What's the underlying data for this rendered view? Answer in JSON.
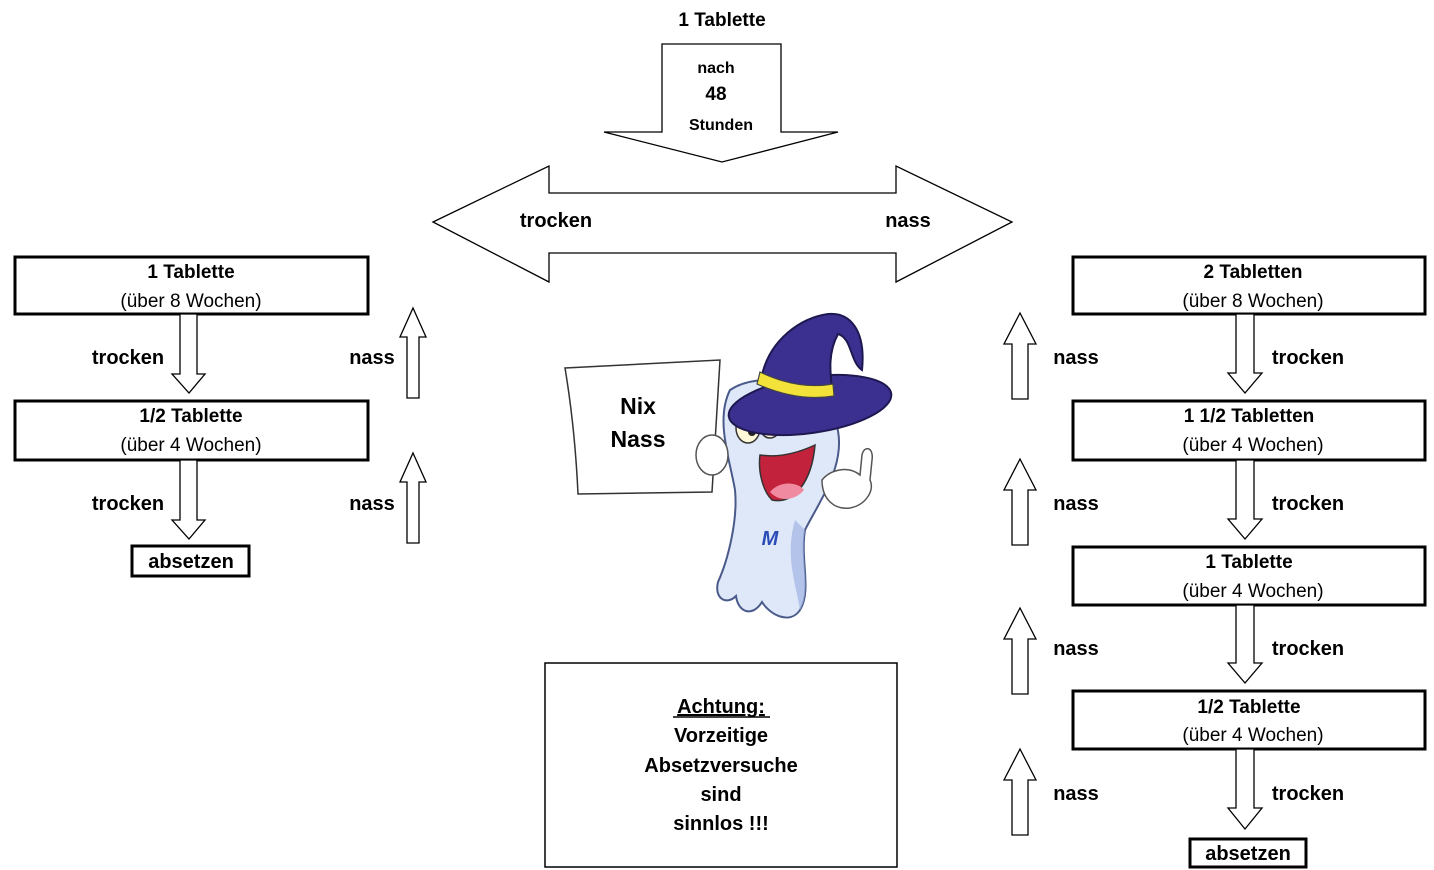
{
  "top": {
    "dose": "1 Tablette",
    "arrow_line1": "nach",
    "arrow_line2": "48",
    "arrow_line3": "Stunden"
  },
  "branch": {
    "left_label": "trocken",
    "right_label": "nass"
  },
  "left_column": {
    "steps": [
      {
        "title": "1 Tablette",
        "duration": "(über 8 Wochen)"
      },
      {
        "title": "1/2 Tablette",
        "duration": "(über 4 Wochen)"
      }
    ],
    "down_labels": [
      "trocken",
      "trocken"
    ],
    "up_labels": [
      "nass",
      "nass"
    ],
    "end": "absetzen"
  },
  "right_column": {
    "steps": [
      {
        "title": "2 Tabletten",
        "duration": "(über 8 Wochen)"
      },
      {
        "title": "1 1/2 Tabletten",
        "duration": "(über 4 Wochen)"
      },
      {
        "title": "1 Tablette",
        "duration": "(über 4 Wochen)"
      },
      {
        "title": "1/2 Tablette",
        "duration": "(über 4 Wochen)"
      }
    ],
    "down_labels": [
      "trocken",
      "trocken",
      "trocken",
      "trocken"
    ],
    "up_labels": [
      "nass",
      "nass",
      "nass",
      "nass"
    ],
    "end": "absetzen"
  },
  "mascot": {
    "sign_line1": "Nix",
    "sign_line2": "Nass",
    "badge_letter": "M"
  },
  "warning": {
    "heading": "Achtung:",
    "line1": "Vorzeitige",
    "line2": "Absetzversuche",
    "line3": "sind",
    "line4": "sinnlos !!!"
  },
  "colors": {
    "hat": "#3b2f8f",
    "hat_band": "#f2e23a",
    "ghost": "#dfe8f8",
    "ghost_shade": "#9fb4e3",
    "mouth": "#c2223c"
  }
}
